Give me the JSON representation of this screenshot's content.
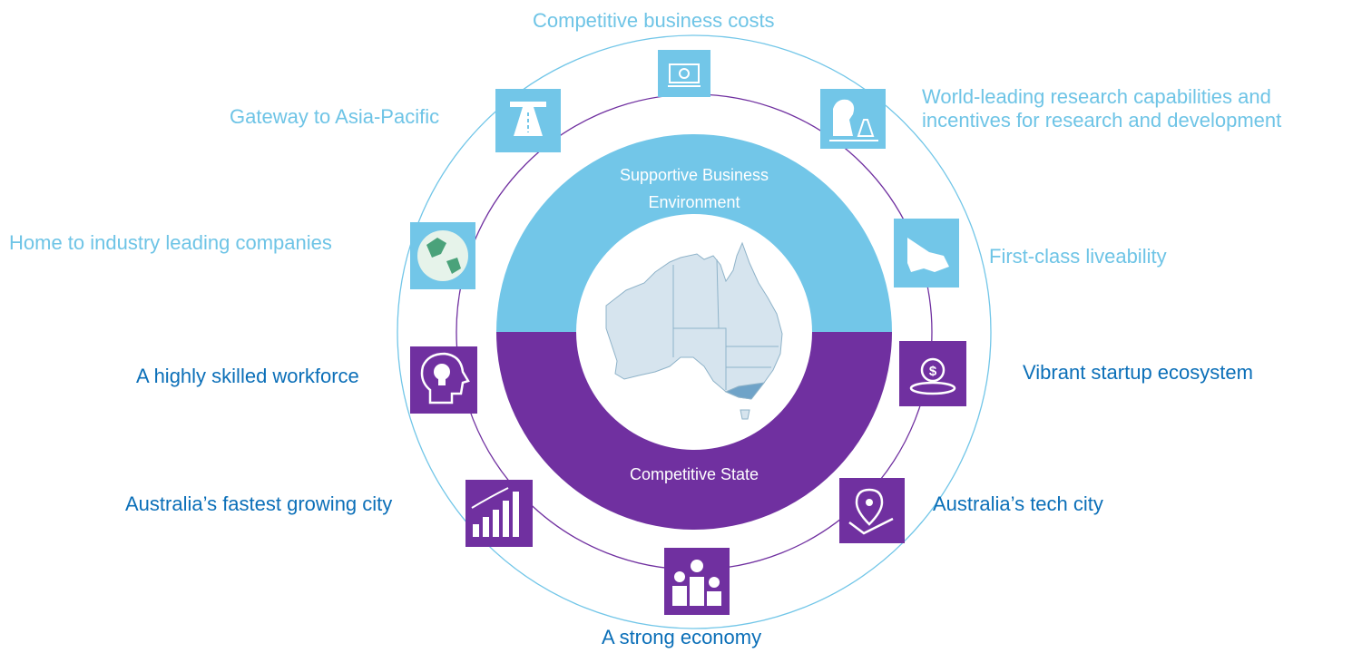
{
  "center": {
    "top_label": "Supportive Business Environment",
    "bottom_label": "Competitive State",
    "map_icon": "australia-map-icon"
  },
  "colors": {
    "light_blue": "#72c6e8",
    "purple": "#7030a0",
    "label_light": "#6ec4e6",
    "label_dark": "#0b6fb8",
    "map_fill": "#d6e4ee",
    "map_highlight": "#6fa3c8"
  },
  "items": [
    {
      "label": "Competitive business costs",
      "icon": "money-icon"
    },
    {
      "label": "World-leading research capabilities and incentives for research and development",
      "icon": "research-icon"
    },
    {
      "label": "First-class liveability",
      "icon": "victoria-map-icon"
    },
    {
      "label": "Vibrant startup ecosystem",
      "icon": "startup-coin-icon"
    },
    {
      "label": "Australia’s tech city",
      "icon": "location-pin-icon"
    },
    {
      "label": "A strong economy",
      "icon": "money-bags-podium-icon"
    },
    {
      "label": "Australia’s fastest growing city",
      "icon": "growth-chart-icon"
    },
    {
      "label": "A highly skilled workforce",
      "icon": "head-lightbulb-icon"
    },
    {
      "label": "Home to industry leading companies",
      "icon": "globe-icon"
    },
    {
      "label": "Gateway to Asia-Pacific",
      "icon": "road-icon"
    }
  ]
}
